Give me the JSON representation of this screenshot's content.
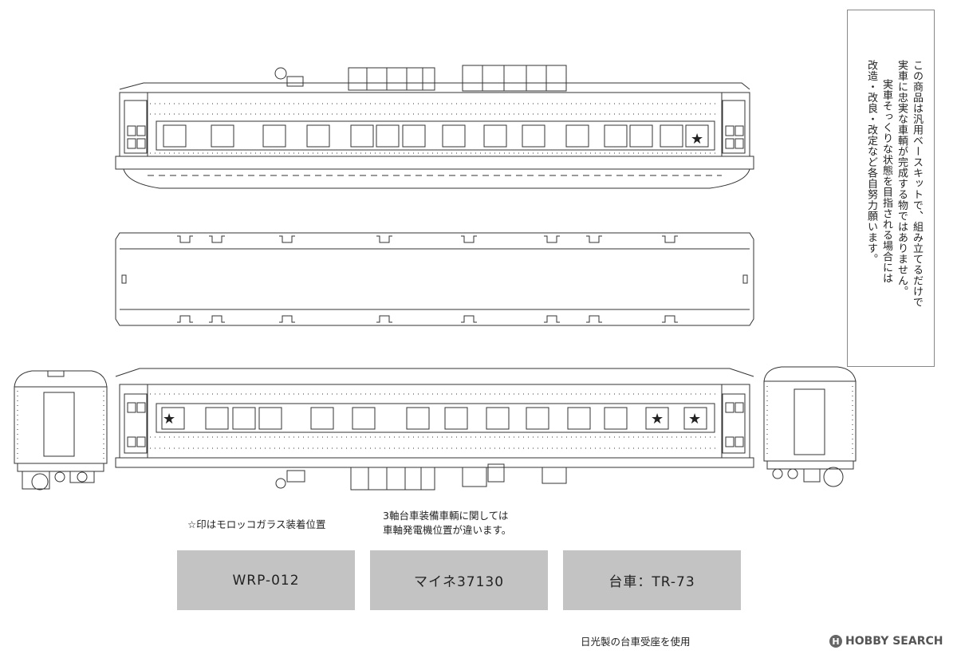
{
  "note": {
    "lines": [
      "この商品は汎用ベースキットで、組み立てるだけで",
      "実車に忠実な車輌が完成する物ではありません。",
      "実車そっくりな状態を目指される場合には",
      "改造・改良・改定など各自努力願います。"
    ]
  },
  "annotations": {
    "star_note": "☆印はモロッコガラス装着位置",
    "axle_note_line1": "3軸台車装備車輌に関しては",
    "axle_note_line2": "車軸発電機位置が違います。",
    "bogie_note": "日光製の台車受座を使用"
  },
  "labels": {
    "product_code": "WRP-012",
    "car_name": "マイネ37130",
    "bogie": "台車：TR-73"
  },
  "watermark": {
    "icon": "hobby-search-logo-icon",
    "text": "HOBBY SEARCH"
  },
  "colors": {
    "line": "#333333",
    "label_box": "#c3c3c3"
  }
}
